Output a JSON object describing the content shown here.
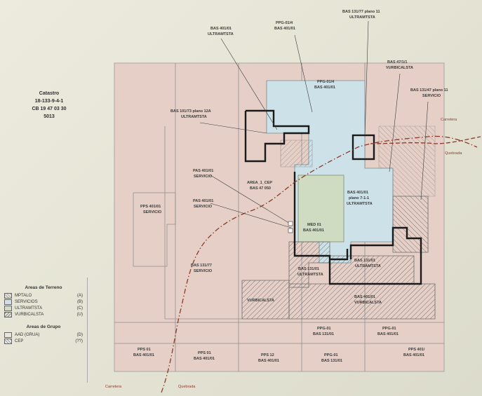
{
  "title_block": {
    "line1": "Catastro",
    "line2": "18-133-9-4-1",
    "line3": "CB 19 47 03 30",
    "line4": "5013"
  },
  "legend": {
    "section1_title": "Areas de Terreno",
    "items1": [
      {
        "name": "MPTALO",
        "code": "(A)",
        "swatch": "a"
      },
      {
        "name": "SERVICIOS",
        "code": "(B)",
        "swatch": "b"
      },
      {
        "name": "ULTRAMTSTA",
        "code": "(C)",
        "swatch": "c"
      },
      {
        "name": "VURBICALSTA",
        "code": "(U)",
        "swatch": "d"
      }
    ],
    "section2_title": "Areas de Grupo",
    "items2": [
      {
        "name": "AAD (GRUA)",
        "code": "(D)",
        "swatch": "e"
      },
      {
        "name": "CEP",
        "code": "(??)",
        "swatch": "f"
      }
    ]
  },
  "labels": {
    "top_a": [
      "BAS 401/01",
      "ULTRAMTSTA"
    ],
    "top_b": [
      "PPG-01/4",
      "BAS 401/01"
    ],
    "top_c": [
      "BAS 131/77 plano 11",
      "ULTRAMTSTA"
    ],
    "right_a": [
      "BAS 47/1/1",
      "VURBICALSTA"
    ],
    "right_b": [
      "BAS 131/47 plano 11",
      "SERVICIO"
    ],
    "left_mid": [
      "BAS 101/73 plano 12A",
      "ULTRAMTSTA"
    ],
    "serv1": [
      "PAS 401/01",
      "SERVICIO"
    ],
    "serv2": [
      "PAS 401/01",
      "SERVICIO"
    ],
    "parcel_left": [
      "PPS 401/01",
      "SERVICIO"
    ],
    "parcel_mid": [
      "BAS 131/77",
      "SERVICIO"
    ],
    "area_center": [
      "AREA_1_CEP",
      "BAS 47 050"
    ],
    "green_area": [
      "MED 01",
      "BAS 401/01"
    ],
    "blue_area": [
      "BAS 401/01",
      "plano 7-1-1",
      "ULTRAMTSTA"
    ],
    "pink_a": [
      "PPG-01/4",
      "BAS 401/01"
    ],
    "hatch_a": [
      "BAS 131/01",
      "ULTRAMTSTA"
    ],
    "hatch_b": [
      "BAS 131/01",
      "ULTRAMTSTA"
    ],
    "hatch_c": [
      "BAS 401/01",
      "VURBICALSTA"
    ],
    "hatch_d": [
      "VURBICALSTA"
    ],
    "bottom": [
      [
        "PPS 01",
        "BAS 401/01"
      ],
      [
        "PPS 01",
        "BAS 401/01"
      ],
      [
        "PPS 12",
        "BAS 401/01"
      ],
      [
        "PPG-01",
        "BAS 131/01"
      ],
      [
        "PPG-01",
        "BAS 401/01"
      ],
      [
        "PPS 401/",
        "BAS 401/01"
      ]
    ],
    "bot_mid_a": [
      "PPG-01",
      "BAS 131/01"
    ],
    "bot_mid_b": [
      "PPG-01",
      "BAS 401/01"
    ],
    "road_top": "Carretera",
    "road_right": "Quebrada",
    "road_bl": "Carretera",
    "road_bl2": "Quebrada"
  },
  "colors": {
    "pink": "#e9cfc7",
    "blue": "#cde2e8",
    "green": "#cfdcc2",
    "outline": "#1a1a1a",
    "road": "#8a3a2a"
  }
}
